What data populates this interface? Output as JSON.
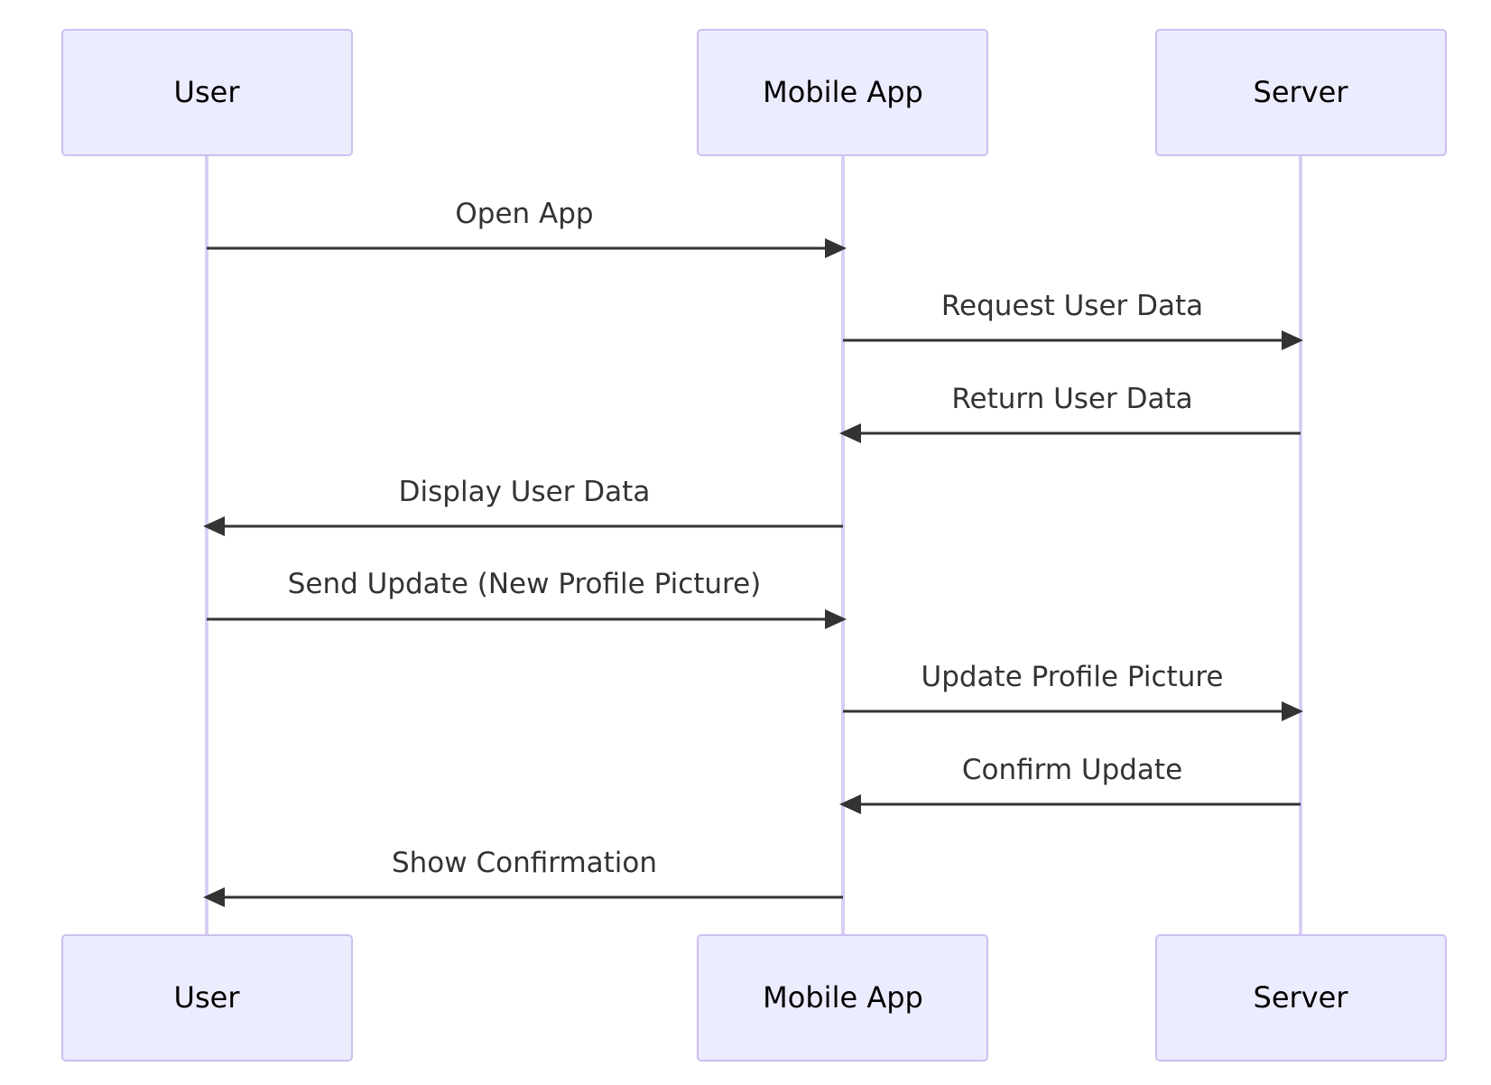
{
  "participants": [
    {
      "id": "user",
      "label": "User"
    },
    {
      "id": "app",
      "label": "Mobile App"
    },
    {
      "id": "server",
      "label": "Server"
    }
  ],
  "messages": [
    {
      "from": "user",
      "to": "app",
      "label": "Open App"
    },
    {
      "from": "app",
      "to": "server",
      "label": "Request User Data"
    },
    {
      "from": "server",
      "to": "app",
      "label": "Return User Data"
    },
    {
      "from": "app",
      "to": "user",
      "label": "Display User Data"
    },
    {
      "from": "user",
      "to": "app",
      "label": "Send Update (New Profile Picture)"
    },
    {
      "from": "app",
      "to": "server",
      "label": "Update Profile Picture"
    },
    {
      "from": "server",
      "to": "app",
      "label": "Confirm Update"
    },
    {
      "from": "app",
      "to": "user",
      "label": "Show Confirmation"
    }
  ],
  "colors": {
    "actor_fill": "#ececff",
    "actor_stroke": "#cdc0f0",
    "lifeline": "#d8cef5",
    "arrow": "#333333",
    "label_text": "#333333"
  }
}
